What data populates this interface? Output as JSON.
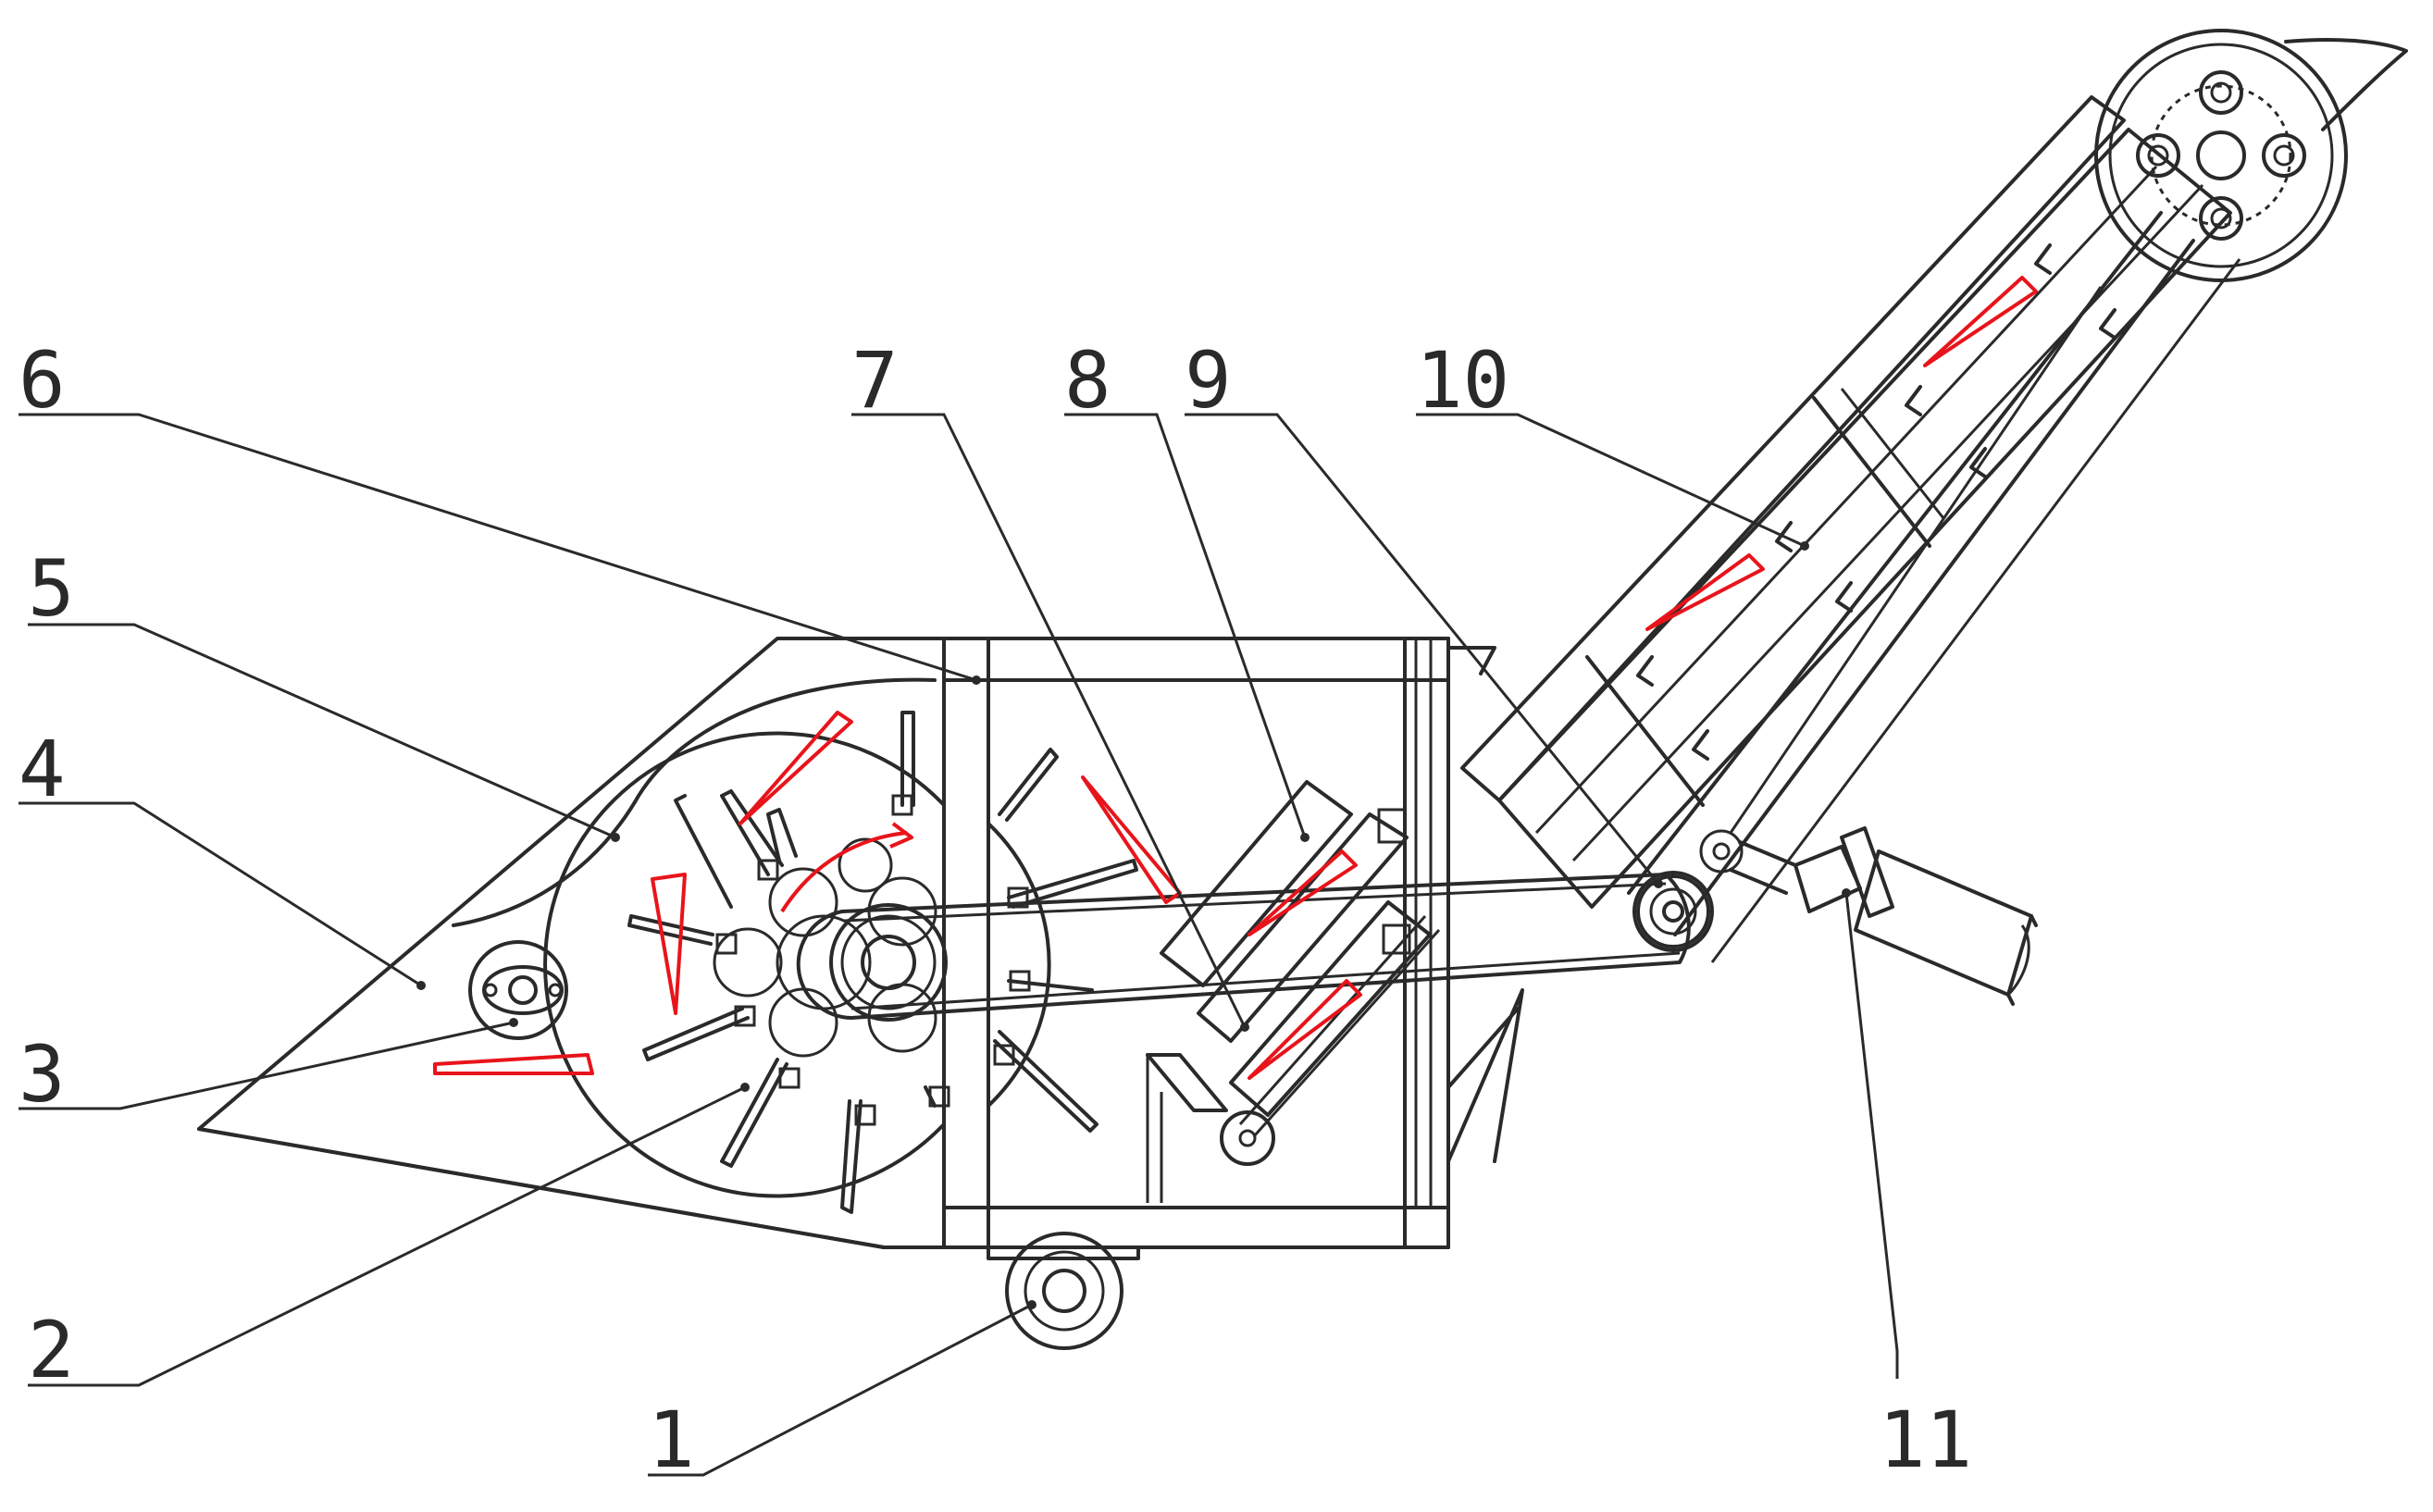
{
  "diagram": {
    "callouts": [
      {
        "id": "1",
        "label": "1"
      },
      {
        "id": "2",
        "label": "2"
      },
      {
        "id": "3",
        "label": "3"
      },
      {
        "id": "4",
        "label": "4"
      },
      {
        "id": "5",
        "label": "5"
      },
      {
        "id": "6",
        "label": "6"
      },
      {
        "id": "7",
        "label": "7"
      },
      {
        "id": "8",
        "label": "8"
      },
      {
        "id": "9",
        "label": "9"
      },
      {
        "id": "10",
        "label": "10"
      },
      {
        "id": "11",
        "label": "11"
      }
    ],
    "colors": {
      "line": "#2a2a2a",
      "flow_arrows": "#e8141b",
      "background": "#ffffff"
    }
  }
}
